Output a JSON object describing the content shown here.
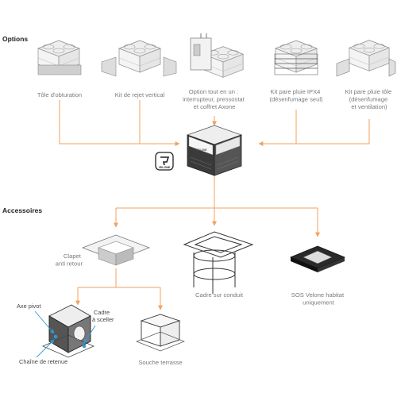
{
  "sections": {
    "options": "Options",
    "accessories": "Accessoires"
  },
  "options": [
    {
      "lines": [
        "Tôle d'obturation"
      ]
    },
    {
      "lines": [
        "Kit de rejet vertical"
      ]
    },
    {
      "lines": [
        "Option tout en un :",
        "interrupteur, pressostat",
        "et coffret Axone"
      ]
    },
    {
      "lines": [
        "Kit pare pluie IPX4",
        "(désenfumage seul)"
      ]
    },
    {
      "lines": [
        "Kit pare pluie tôle",
        "(désenfumage",
        "et ventilation)"
      ]
    }
  ],
  "main_unit": {
    "brand": "VELONE",
    "badge": "VELONE"
  },
  "accessories": [
    {
      "lines": [
        "Clapet",
        "anti retour"
      ]
    },
    {
      "lines": [
        "Cadre sur conduit"
      ]
    },
    {
      "lines": [
        "SOS Velone habitat",
        "uniquement"
      ]
    },
    {
      "lines": [
        "Souche terrasse"
      ]
    }
  ],
  "callouts": {
    "axis": "Axe pivot",
    "frame": [
      "Cadre",
      "à sceller"
    ],
    "chain": "Chaîne de retenue"
  },
  "colors": {
    "connector": "#f3a15c",
    "callout_arrow": "#2f9bd6",
    "heading": "#222222",
    "label": "#7a7a7a"
  }
}
